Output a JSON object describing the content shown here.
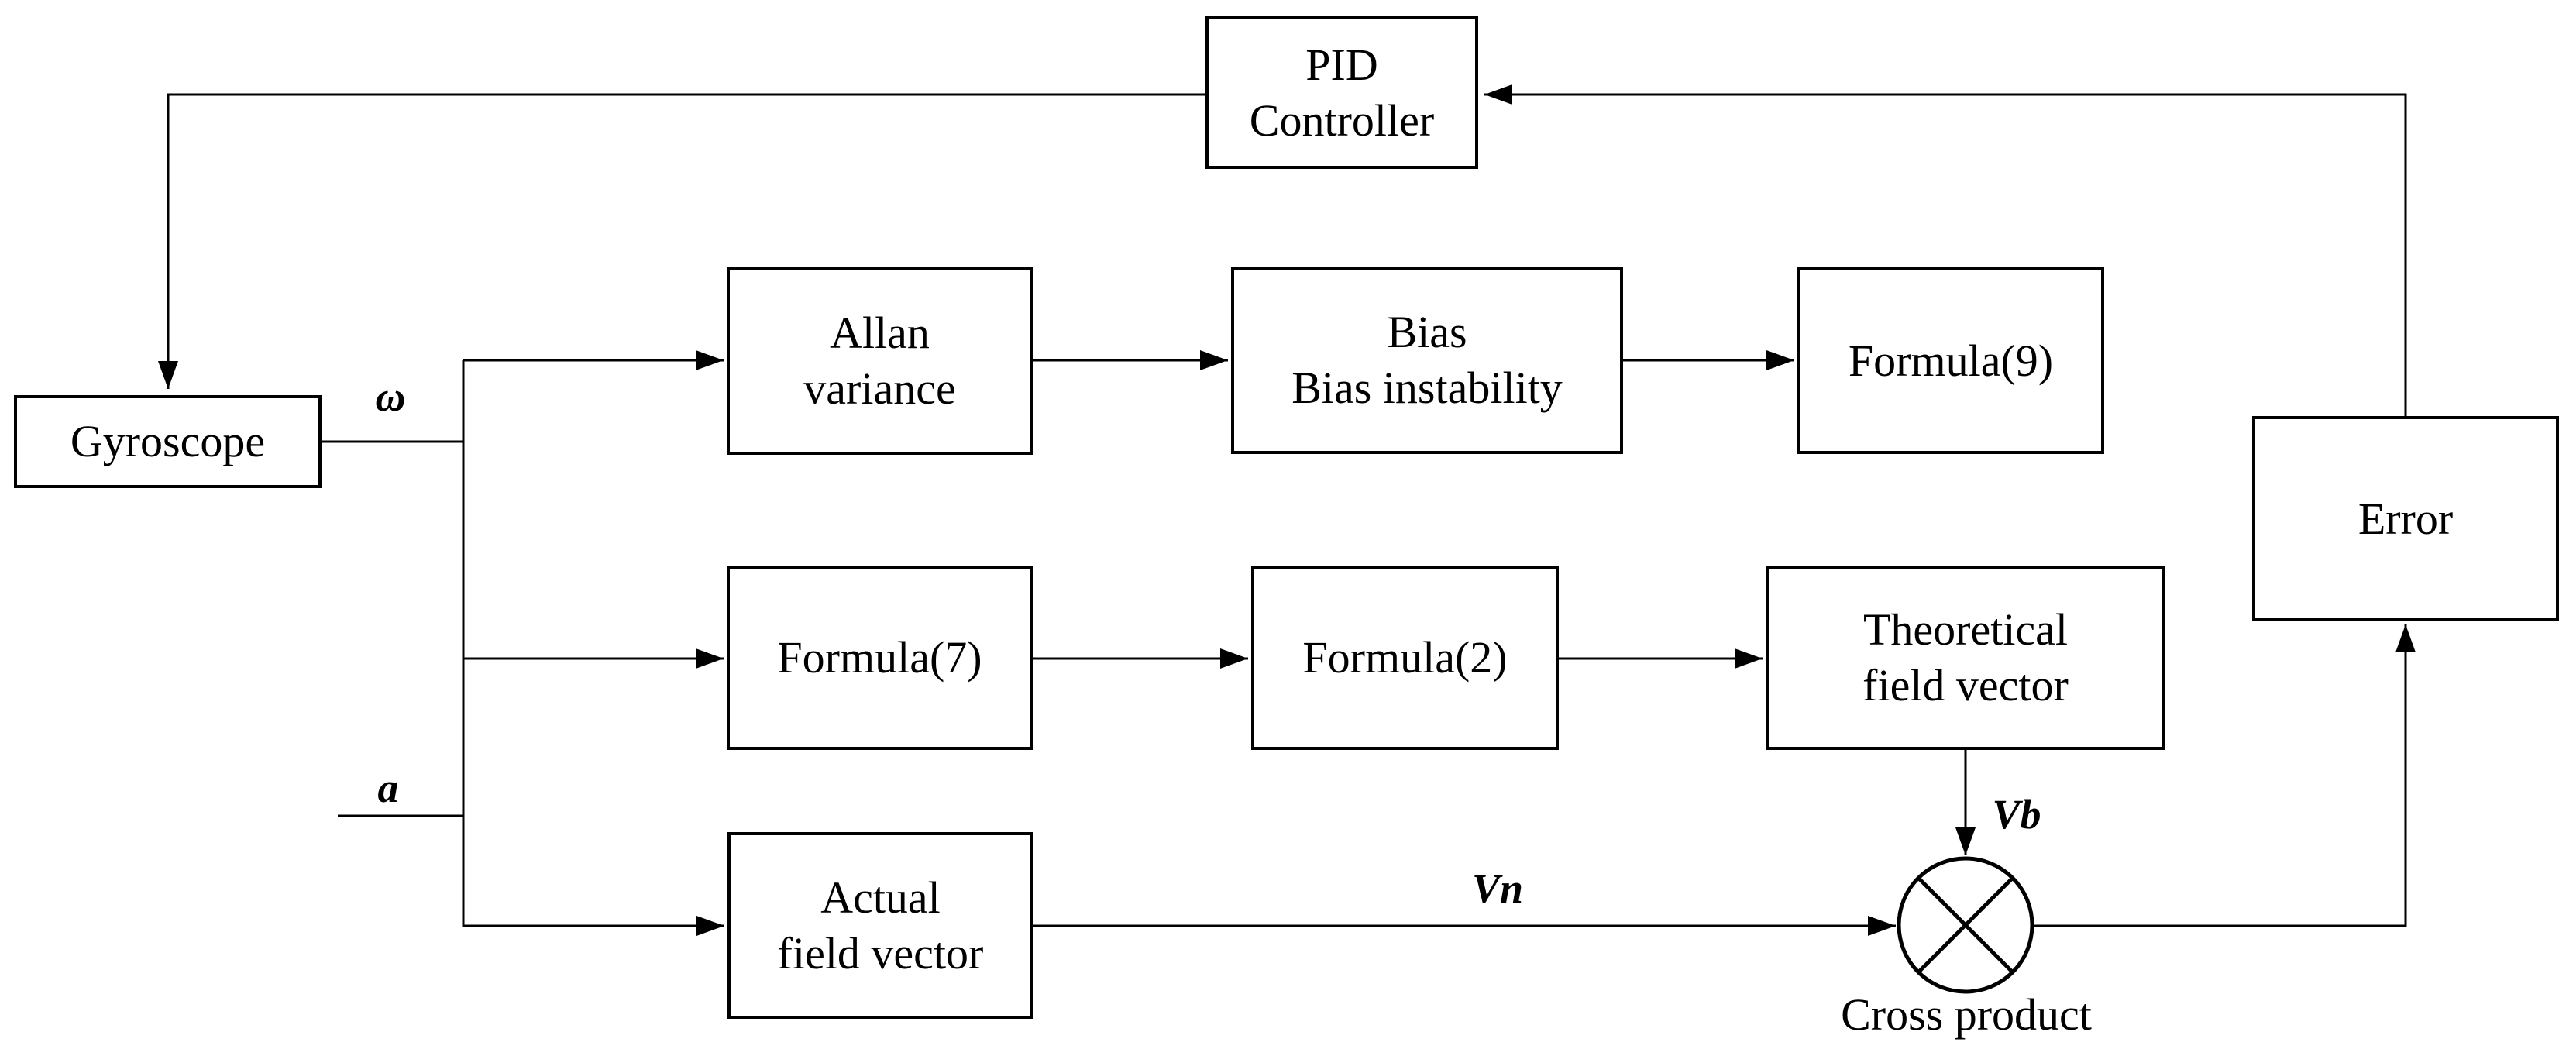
{
  "diagram": {
    "nodes": {
      "pid": {
        "line1": "PID",
        "line2": "Controller"
      },
      "gyroscope": {
        "line1": "Gyroscope"
      },
      "allan": {
        "line1": "Allan",
        "line2": "variance"
      },
      "bias": {
        "line1": "Bias",
        "line2": "Bias instability"
      },
      "formula9": {
        "line1": "Formula(9)"
      },
      "formula7": {
        "line1": "Formula(7)"
      },
      "formula2": {
        "line1": "Formula(2)"
      },
      "theoretical": {
        "line1": "Theoretical",
        "line2": "field vector"
      },
      "actual": {
        "line1": "Actual",
        "line2": "field vector"
      },
      "error": {
        "line1": "Error"
      }
    },
    "signal_labels": {
      "omega": "ω",
      "a": "a",
      "vn": "Vn",
      "vb": "Vb"
    },
    "operator_caption": "Cross product",
    "colors": {
      "line": "#000000",
      "text": "#000000",
      "background": "#ffffff"
    }
  }
}
